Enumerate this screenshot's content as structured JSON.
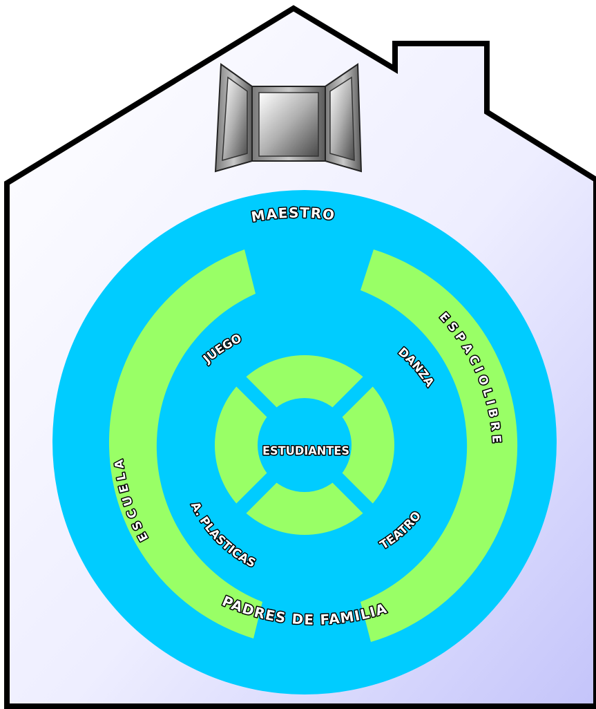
{
  "colors": {
    "outer_ring": "#00ccff",
    "green_band": "#99ff66",
    "house_outline": "#000000",
    "house_fill_light": "#f6f6ff",
    "house_fill_dark": "#c8c8ff",
    "label_fill": "#ffffff",
    "label_stroke": "#000000"
  },
  "icons": {
    "window": "open-window-icon"
  },
  "labels": {
    "top": "MAESTRO",
    "bottom": "PADRES DE FAMILIA",
    "left_band": "E S C U E L A",
    "right_band": "E S P A C I O   L I B R E",
    "juego": "JUEGO",
    "danza": "DANZA",
    "plasticas": "A. PLASTICAS",
    "teatro": "TEATRO",
    "center": "ESTUDIANTES"
  }
}
